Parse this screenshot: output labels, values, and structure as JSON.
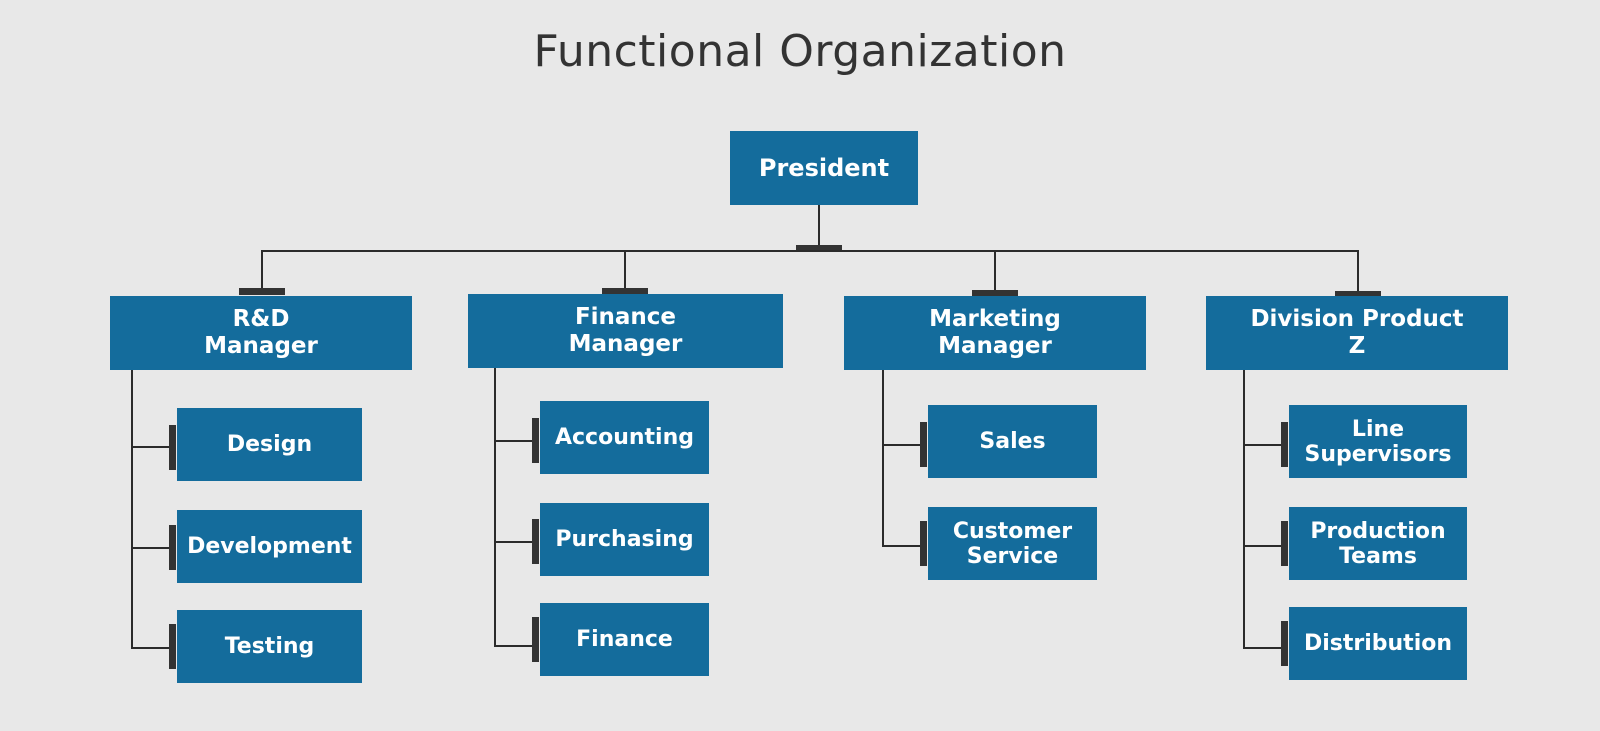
{
  "title": "Functional Organization",
  "colors": {
    "background": "#e8e8e8",
    "box": "#146c9c",
    "box_text": "#ffffff",
    "connector": "#2b2b2b",
    "title_text": "#333333"
  },
  "root": {
    "label": "President"
  },
  "departments": [
    {
      "label": "R&D\nManager",
      "children": [
        {
          "label": "Design"
        },
        {
          "label": "Development"
        },
        {
          "label": "Testing"
        }
      ]
    },
    {
      "label": "Finance\nManager",
      "children": [
        {
          "label": "Accounting"
        },
        {
          "label": "Purchasing"
        },
        {
          "label": "Finance"
        }
      ]
    },
    {
      "label": "Marketing\nManager",
      "children": [
        {
          "label": "Sales"
        },
        {
          "label": "Customer\nService"
        }
      ]
    },
    {
      "label": "Division Product\nZ",
      "children": [
        {
          "label": "Line\nSupervisors"
        },
        {
          "label": "Production\nTeams"
        },
        {
          "label": "Distribution"
        }
      ]
    }
  ]
}
